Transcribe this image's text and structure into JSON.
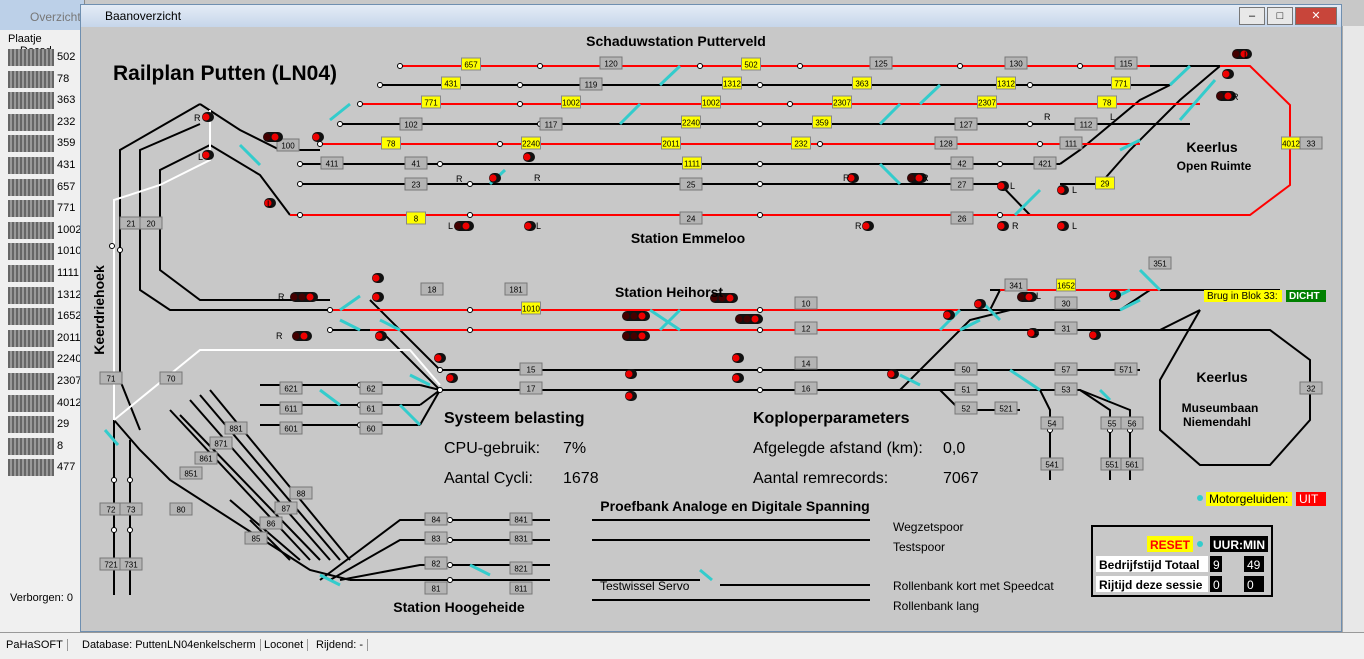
{
  "bg_window": {
    "title": "Overzicht",
    "col_headers": [
      "Plaatje",
      "Decod"
    ],
    "values": [
      "502",
      "78",
      "363",
      "232",
      "359",
      "431",
      "657",
      "771",
      "1002",
      "1010",
      "1111",
      "1312",
      "1652",
      "2011",
      "2240",
      "2307",
      "4012",
      "29",
      "8",
      "477"
    ],
    "hidden_label": "Verborgen: 0"
  },
  "main_window": {
    "title": "Baanoverzicht",
    "btn_min": "–",
    "btn_max": "□",
    "btn_close": "✕"
  },
  "layout": {
    "main_title": "Railplan Putten (LN04)",
    "area_titles": [
      "Schaduwstation Putterveld",
      "Station Emmeloo",
      "Station Heihorst",
      "Station Hoogeheide",
      "Keerlus",
      "Open Ruimte",
      "Keerlus",
      "Museumbaan",
      "Niemendahl",
      "Keerdriehoek",
      "Proefbank Analoge en Digitale Spanning"
    ],
    "turnout_labels": [
      "L",
      "R",
      "R",
      "L",
      "L",
      "R",
      "R",
      "L",
      "L",
      "R",
      "R",
      "L",
      "L",
      "R",
      "R",
      "L",
      "R",
      "L",
      "R",
      "L",
      "R",
      "L"
    ],
    "test_tracks": [
      "Wegzetspoor",
      "Testspoor",
      "Testwissel Servo",
      "Rollenbank kort met Speedcat",
      "Rollenbank lang"
    ]
  },
  "blocks_yellow": [
    "657",
    "502",
    "431",
    "1312",
    "1312",
    "363",
    "771",
    "771",
    "1002",
    "1002",
    "2307",
    "2307",
    "78",
    "78",
    "2240",
    "2240",
    "359",
    "2011",
    "232",
    "1111",
    "4012",
    "29",
    "8",
    "1652",
    "1010"
  ],
  "blocks_grey": [
    "120",
    "125",
    "130",
    "115",
    "119",
    "102",
    "117",
    "127",
    "112",
    "100",
    "128",
    "111",
    "411",
    "41",
    "42",
    "421",
    "23",
    "25",
    "27",
    "24",
    "26",
    "21",
    "20",
    "33",
    "18",
    "181",
    "341",
    "30",
    "31",
    "351",
    "10",
    "12",
    "14",
    "16",
    "15",
    "17",
    "50",
    "57",
    "571",
    "51",
    "53",
    "52",
    "521",
    "54",
    "55",
    "56",
    "541",
    "551",
    "561",
    "32",
    "71",
    "70",
    "621",
    "62",
    "611",
    "61",
    "601",
    "60",
    "72",
    "73",
    "721",
    "731",
    "80",
    "881",
    "871",
    "861",
    "851",
    "86",
    "87",
    "85",
    "88",
    "84",
    "841",
    "83",
    "831",
    "82",
    "821",
    "81",
    "811"
  ],
  "sys_load": {
    "title": "Systeem belasting",
    "cpu_label": "CPU-gebruik:",
    "cpu_value": "7%",
    "cycles_label": "Aantal Cycli:",
    "cycles_value": "1678"
  },
  "kop": {
    "title": "Koploperparameters",
    "dist_label": "Afgelegde afstand (km):",
    "dist_value": "0,0",
    "rem_label": "Aantal remrecords:",
    "rem_value": "7067"
  },
  "brug": {
    "label": "Brug in Blok 33:",
    "state": "DICHT"
  },
  "motor": {
    "label": "Motorgeluiden:",
    "state": "UIT"
  },
  "clock": {
    "reset": "RESET",
    "header": "UUR:MIN",
    "rows": [
      {
        "label": "Bedrijfstijd Totaal",
        "h": "9",
        "m": "49"
      },
      {
        "label": "Rijtijd deze sessie",
        "h": "0",
        "m": "0"
      }
    ]
  },
  "statusbar": {
    "company": "PaHaSOFT",
    "database": "Database: PuttenLN04enkelscherm",
    "interface": "Loconet",
    "driving": "Rijdend: -"
  },
  "colors": {
    "track": "#000000",
    "active_track": "#ff0000",
    "turnout": "#33cccc",
    "yellow_block": "#ffff00",
    "grey_block": "#b0b0b0",
    "green": "#008000"
  }
}
